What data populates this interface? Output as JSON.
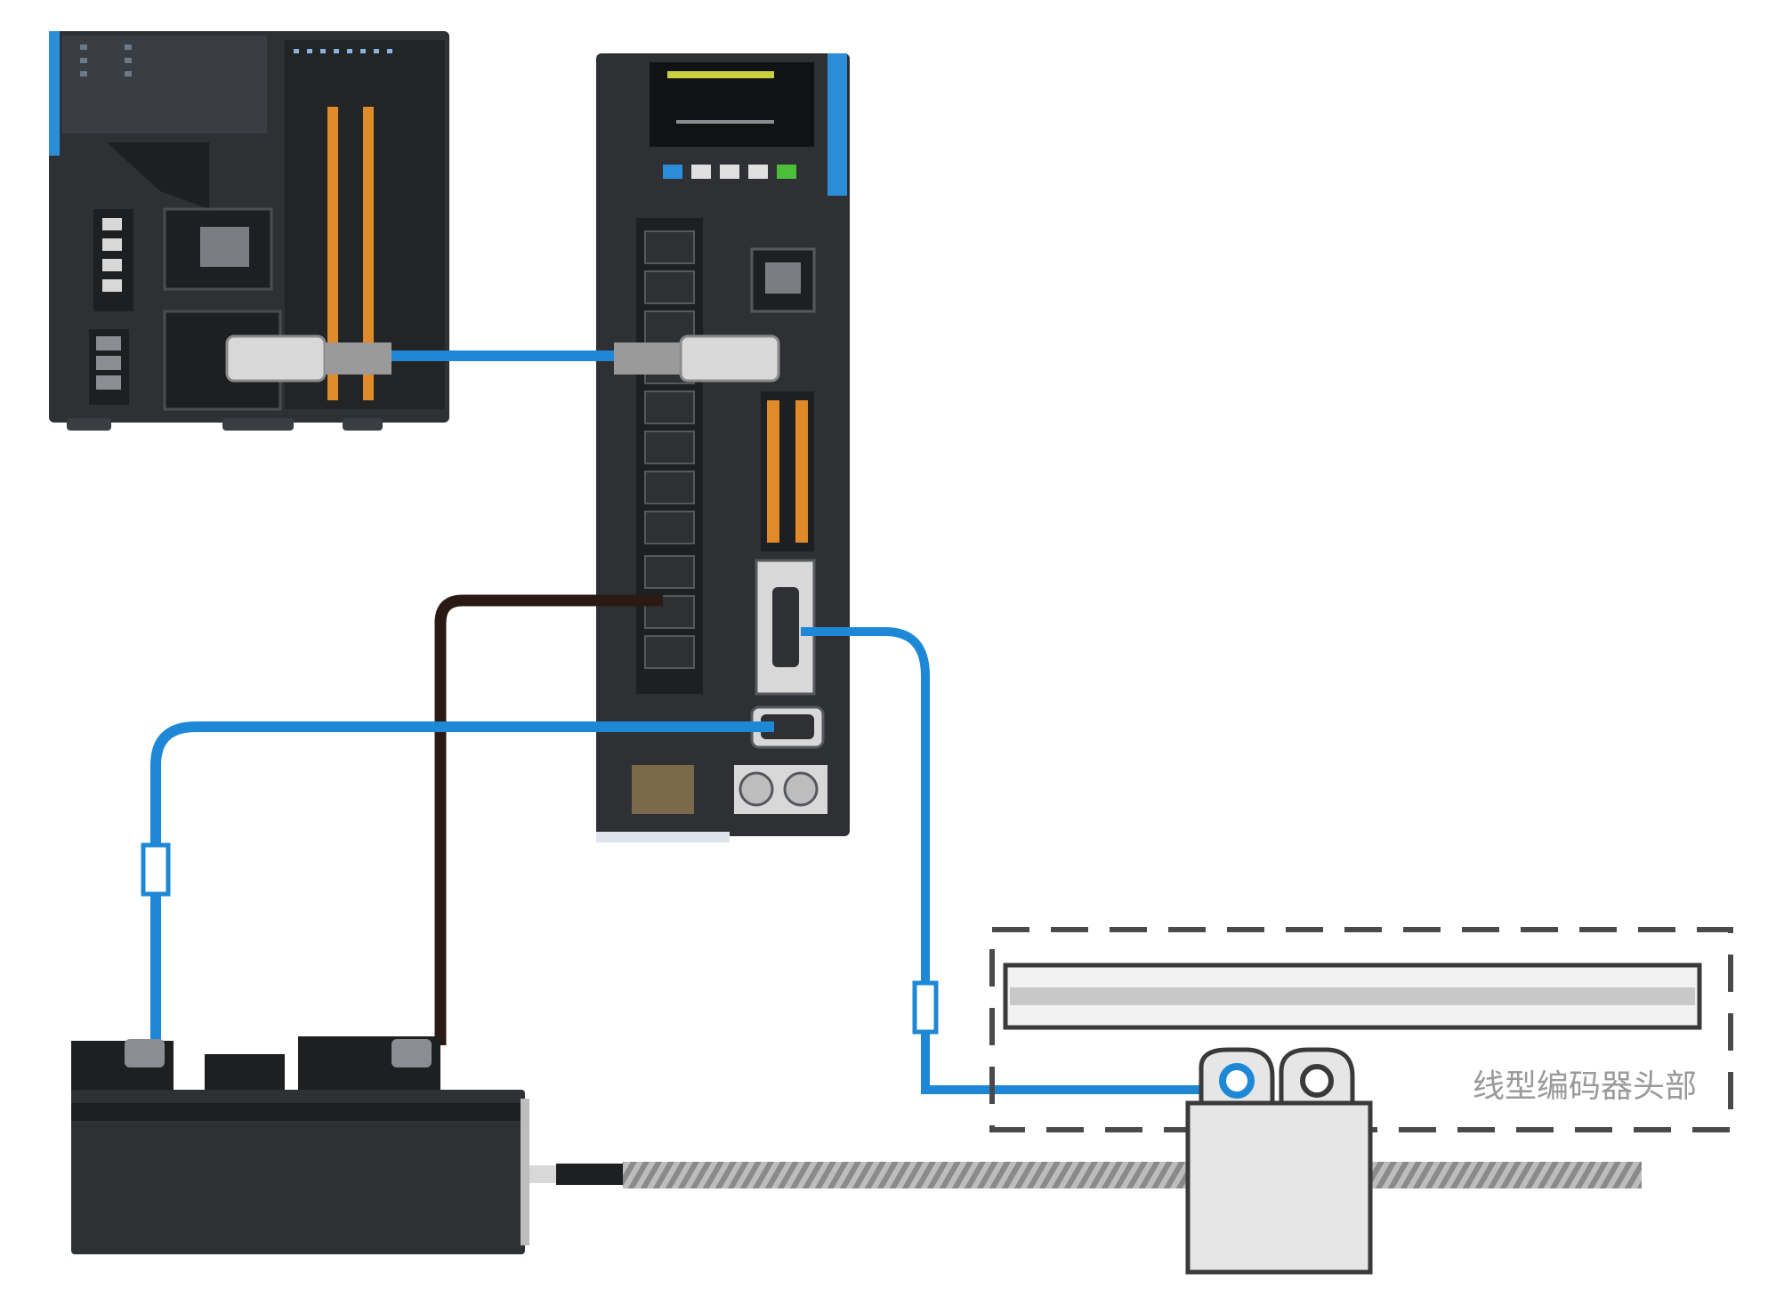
{
  "labels": {
    "encoder_head": "线型编码器头部"
  },
  "colors": {
    "cable_blue": "#1e88d6",
    "cable_brown": "#2b1a14",
    "device_dark": "#2e3033",
    "device_darker": "#1e1f21",
    "terminal_orange": "#e08a2a",
    "accent_blue": "#2a8fd8",
    "encoder_grey": "#e6e6e6",
    "dashed_border": "#4a4a4a",
    "label_grey": "#9a9a9a"
  },
  "components": [
    {
      "id": "plc",
      "icon": "plc-controller-icon"
    },
    {
      "id": "servo_drive",
      "icon": "servo-drive-icon"
    },
    {
      "id": "servo_motor",
      "icon": "servo-motor-icon"
    },
    {
      "id": "linear_scale",
      "icon": "linear-scale-icon"
    },
    {
      "id": "encoder_head",
      "icon": "encoder-head-icon"
    },
    {
      "id": "ball_screw",
      "icon": "ball-screw-icon"
    }
  ]
}
